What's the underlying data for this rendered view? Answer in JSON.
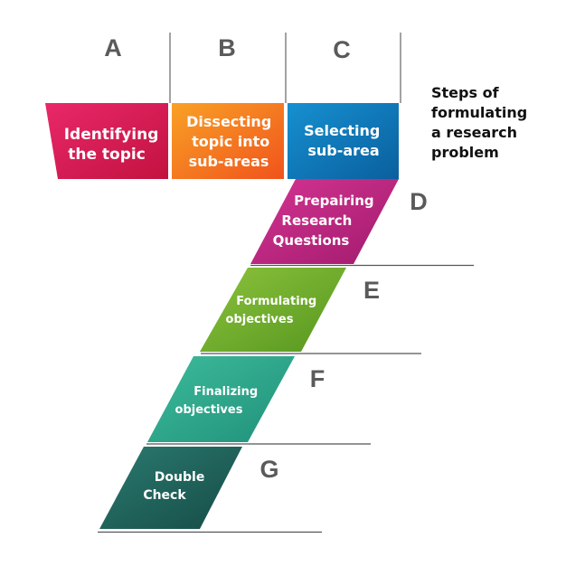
{
  "title_lines": [
    "Steps of",
    "formulating",
    "a research",
    "problem"
  ],
  "steps": [
    {
      "letter": "A",
      "lines": [
        "Identifying",
        "the topic"
      ],
      "color": "#d6174f"
    },
    {
      "letter": "B",
      "lines": [
        "Dissecting",
        "topic into",
        "sub-areas"
      ],
      "color": "#f7821e"
    },
    {
      "letter": "C",
      "lines": [
        "Selecting",
        "sub-area"
      ],
      "color": "#0f7fbf"
    },
    {
      "letter": "D",
      "lines": [
        "Prepairing",
        "Research",
        "Questions"
      ],
      "color": "#c2247f"
    },
    {
      "letter": "E",
      "lines": [
        "Formulating",
        "objectives"
      ],
      "color": "#6cad2a"
    },
    {
      "letter": "F",
      "lines": [
        "Finalizing",
        "objectives"
      ],
      "color": "#2aa78b"
    },
    {
      "letter": "G",
      "lines": [
        "Double",
        "Check"
      ],
      "color": "#1d5e57"
    }
  ]
}
